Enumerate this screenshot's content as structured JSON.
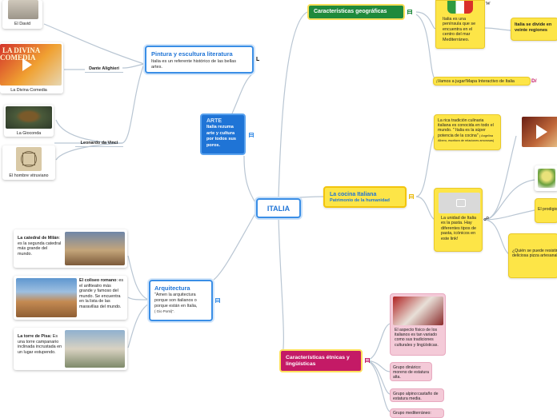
{
  "center": {
    "title": "ITALIA"
  },
  "arte": {
    "title": "ARTE",
    "text": "Italia rezuma arte y cultura por todos sus poros."
  },
  "pintura": {
    "title": "Pintura y escultura  literatura",
    "text": "Italia es un referente histórico de las bellas artes."
  },
  "people": {
    "dante": "Dante Alighieri",
    "leonardo": "Leonardo da Vinci"
  },
  "images": {
    "david": "El David",
    "divina": "La Divina Comedia",
    "gioconda": "La Gioconda",
    "vitruviano": "El hombre vitruviano",
    "divina_art_line1": "LA DIVINA",
    "divina_art_line2": "COMEDIA"
  },
  "arquitectura": {
    "title": "Arquitectura",
    "text": "\"Amen la arquitectura porque son italianos o porque están en Italia,",
    "credit": "( Gio Ponti)\"."
  },
  "monuments": {
    "milan_bold": "La catedral de Milán",
    "milan_rest": ": es la segunda catedral más grande del mundo.",
    "coliseo_bold": "El coliseo romano",
    "coliseo_rest": ": es el anfiteatro más grande y famoso del mundo. Se encuentra en la lista de las maravillas del mundo.",
    "pisa_bold": "La torre de Pisa:",
    "pisa_rest": " Es una torre campanario inclinada incrustada en un lugar estupendo."
  },
  "geo": {
    "title": "Características geográficas",
    "peninsula": "Italia es una península que se encuentra en el centro del mar Mediterráneo.",
    "regiones": "Italia se divide en veinte regiones",
    "mapa": "¡Vamos a jugar!Mapa Interactivo de Italia"
  },
  "cocina": {
    "title": "La cocina Italiana",
    "subtitle": "Patrimonio de la humanidad",
    "tradicion": "La rica tradición culinaria italiana es conocida en todo el mundo. \" Italia es la súper potencia de la cocina\"",
    "tradicion_credit": "( Angelina Albero, escritora de relaciones amorosas)",
    "pasta": "La unidad de Italia es la pasta. Hay diferentes tipos de pasta, icónicos en este link!",
    "pizza": "¿Quién se puede resistir a una deliciosa pizza artesanal?",
    "gelato": "El prodigioso gelato italiano"
  },
  "etnicas": {
    "title": "Características étnicas y lingüísticas",
    "aspecto": "El aspecto físico de los italianos es tan variado como sus tradiciones culturales y lingüísticas.",
    "dinarico": "Grupo dinárico: moreno de estatura alta.",
    "alpino": "Grupo alpino:castaño de estatura media.",
    "mediterraneo": "Grupo mediterráneo:"
  },
  "colors": {
    "accent": "#3a8ee6",
    "yellow": "#fde547",
    "green": "#1f8a3c",
    "magenta": "#c41a66",
    "pink": "#f4cad8"
  }
}
